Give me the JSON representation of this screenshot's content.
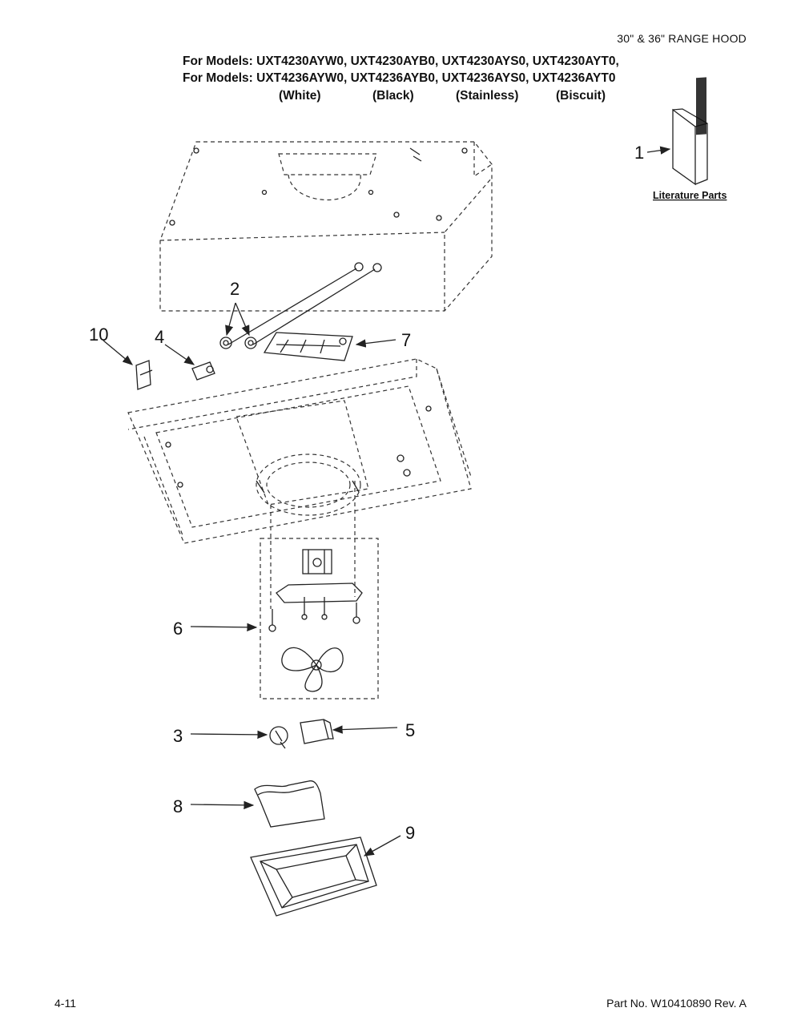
{
  "header": {
    "product": "30\" & 36\" RANGE HOOD",
    "models_line1": "For Models: UXT4230AYW0, UXT4230AYB0, UXT4230AYS0, UXT4230AYT0,",
    "models_line2": "For Models: UXT4236AYW0, UXT4236AYB0, UXT4236AYS0, UXT4236AYT0",
    "colors": [
      "(White)",
      "(Black)",
      "(Stainless)",
      "(Biscuit)"
    ]
  },
  "literature_label": "Literature Parts",
  "callouts": [
    "1",
    "2",
    "3",
    "4",
    "5",
    "6",
    "7",
    "8",
    "9",
    "10"
  ],
  "footer": {
    "page": "4-11",
    "part_no": "Part No. W10410890 Rev. A"
  }
}
